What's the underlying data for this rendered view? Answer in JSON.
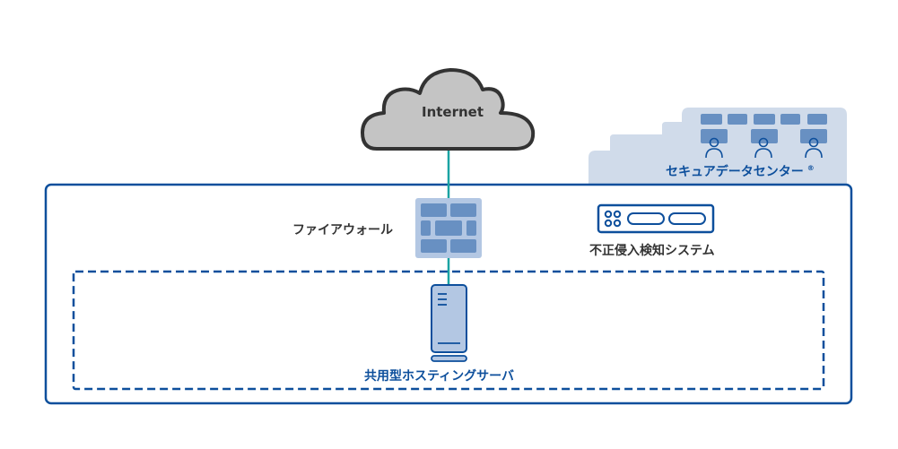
{
  "diagram": {
    "internet": {
      "label": "Internet"
    },
    "secure_datacenter": {
      "label": "セキュアデータセンター",
      "mark": "®"
    },
    "firewall": {
      "label": "ファイアウォール"
    },
    "ids": {
      "label": "不正侵入検知システム"
    },
    "shared_server": {
      "label": "共用型ホスティングサーバ"
    }
  },
  "colors": {
    "frame": "#0d4f9c",
    "connector": "#1aa3a3",
    "cloud_fill": "#c4c4c4",
    "cloud_stroke": "#333333",
    "icon_fill": "#6890c2",
    "icon_bg": "#b3c7e3",
    "datacenter_bg": "#d0dbea"
  }
}
